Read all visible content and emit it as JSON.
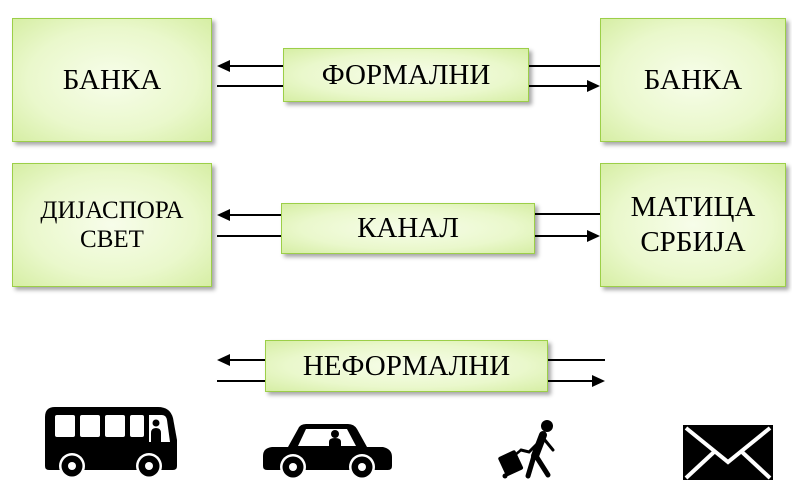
{
  "formal_row": {
    "left_node": "БАНКА",
    "channel": "ФОРМАЛНИ",
    "right_node": "БАНКА"
  },
  "middle_row": {
    "left_node": [
      "ДИЈАСПОРА",
      "СВЕТ"
    ],
    "channel": "КАНАЛ",
    "right_node": [
      "МАТИЦА",
      "СРБИЈА"
    ]
  },
  "informal_row": {
    "channel": "НЕФОРМАЛНИ",
    "icons": [
      "bus-icon",
      "car-icon",
      "traveler-icon",
      "envelope-icon"
    ]
  },
  "colors": {
    "box_fill": "#eaf8cc",
    "box_border": "#9ccf48",
    "lines": "#000000",
    "icons": "#000000"
  }
}
